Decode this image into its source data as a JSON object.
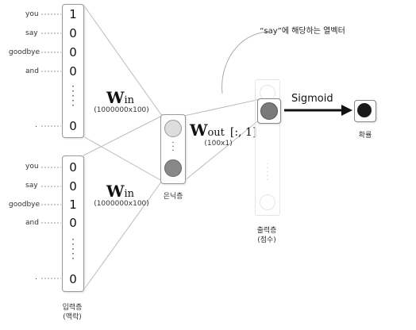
{
  "input_upper": {
    "words": [
      "you",
      "say",
      "goodbye",
      "and",
      "."
    ],
    "values": [
      "1",
      "0",
      "0",
      "0",
      "0"
    ]
  },
  "input_lower": {
    "words": [
      "you",
      "say",
      "goodbye",
      "and",
      "."
    ],
    "values": [
      "0",
      "0",
      "1",
      "0",
      "0"
    ]
  },
  "w_in_upper": {
    "symbol": "W",
    "subscript": "in",
    "dims": "(1000000x100)"
  },
  "w_in_lower": {
    "symbol": "W",
    "subscript": "in",
    "dims": "(1000000x100)"
  },
  "w_out": {
    "symbol": "W",
    "subscript": "out",
    "index": "[:, 1]",
    "dims": "(100x1)"
  },
  "labels": {
    "hidden": "은닉층",
    "output": "출력층",
    "output_sub": "(점수)",
    "input": "입력층",
    "input_sub": "(맥락)",
    "callout": "“say”에 해당하는 열벡터",
    "sigmoid": "Sigmoid",
    "probability": "확률"
  },
  "colors": {
    "hidden_light": "#dddddd",
    "hidden_dark": "#888888",
    "output_active": "#7a7a7a",
    "prob_node": "#1a1a1a",
    "faded": "#e6e6e6"
  }
}
